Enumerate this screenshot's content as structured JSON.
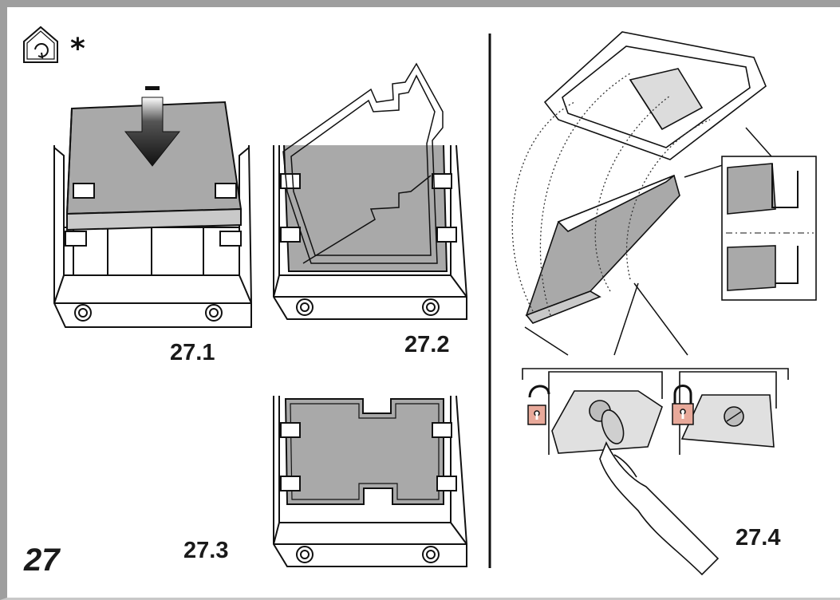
{
  "figure_number": "27",
  "marker": "*",
  "panels": [
    {
      "id": "27.1"
    },
    {
      "id": "27.2"
    },
    {
      "id": "27.3"
    },
    {
      "id": "27.4"
    }
  ],
  "icons": {
    "header": "house-rotate-icon",
    "unlocked": "unlocked-padlock-icon",
    "locked": "locked-padlock-icon"
  },
  "colors": {
    "filter_grey": "#a9a9a9",
    "border_grey": "#9e9e9e",
    "line": "#1a1a1a"
  }
}
